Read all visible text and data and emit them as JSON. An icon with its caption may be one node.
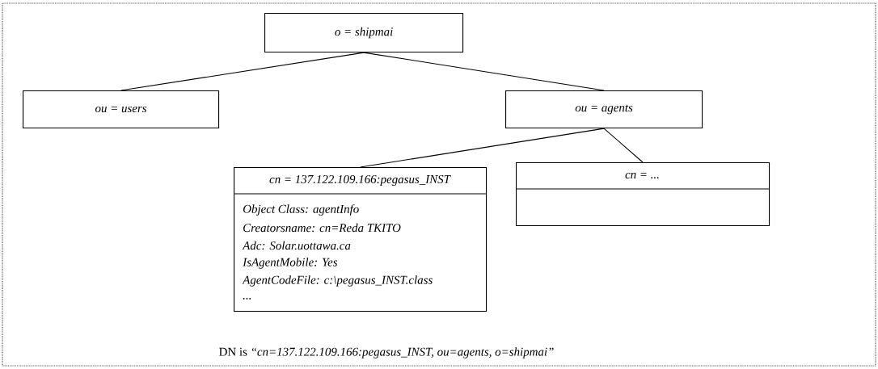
{
  "diagram": {
    "caption": "DN is *“cn=137.122.109.166:pegasus_INST, ou=agents, o=shipmai”*",
    "nodes": [
      {
        "text": [
          "o = shipmai"
        ]
      },
      {
        "text": [
          "ou = users"
        ]
      },
      {
        "text": [
          "ou = agents"
        ]
      },
      {
        "text": [
          "cn = 137.122.109.166:pegasus_INST",
          "Object Class: agentInfo",
          "Creatorsname: cn=Reda TKITO",
          "Adc: Solar.uottawa.ca",
          "IsAgentMobile: Yes",
          "AgentCodeFile: c:\\pegasus_INST.class",
          "..."
        ]
      },
      {
        "text": [
          "cn = ..."
        ]
      }
    ],
    "edges": [
      {
        "from": 0,
        "to": 1,
        "arrow": "none"
      },
      {
        "from": 0,
        "to": 2,
        "arrow": "none"
      },
      {
        "from": 2,
        "to": 3,
        "arrow": "none"
      },
      {
        "from": 2,
        "to": 4,
        "arrow": "none"
      }
    ]
  }
}
